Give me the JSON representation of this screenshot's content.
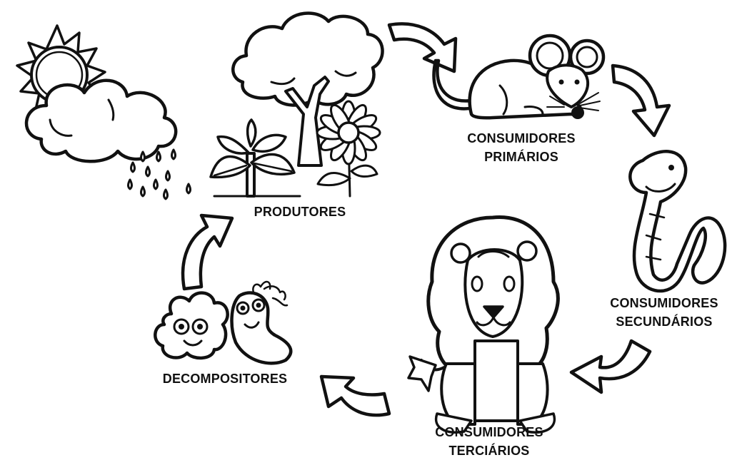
{
  "labels": {
    "produtores": "PRODUTORES",
    "consumidores_primarios": [
      "CONSUMIDORES",
      "PRIMÁRIOS"
    ],
    "consumidores_secundarios": [
      "CONSUMIDORES",
      "SECUNDÁRIOS"
    ],
    "consumidores_terciarios": [
      "CONSUMIDORES",
      "TERCIÁRIOS"
    ],
    "decompositores": "DECOMPOSITORES"
  },
  "colors": {
    "ink": "#111111",
    "paper": "#ffffff"
  },
  "illustrations": [
    "sun-icon",
    "cloud-icon",
    "rain-icon",
    "tree-icon",
    "plant-icon",
    "sunflower-icon",
    "mouse-icon",
    "snake-icon",
    "lion-icon",
    "decomposer-blob-icon",
    "decomposer-bacterium-icon"
  ]
}
